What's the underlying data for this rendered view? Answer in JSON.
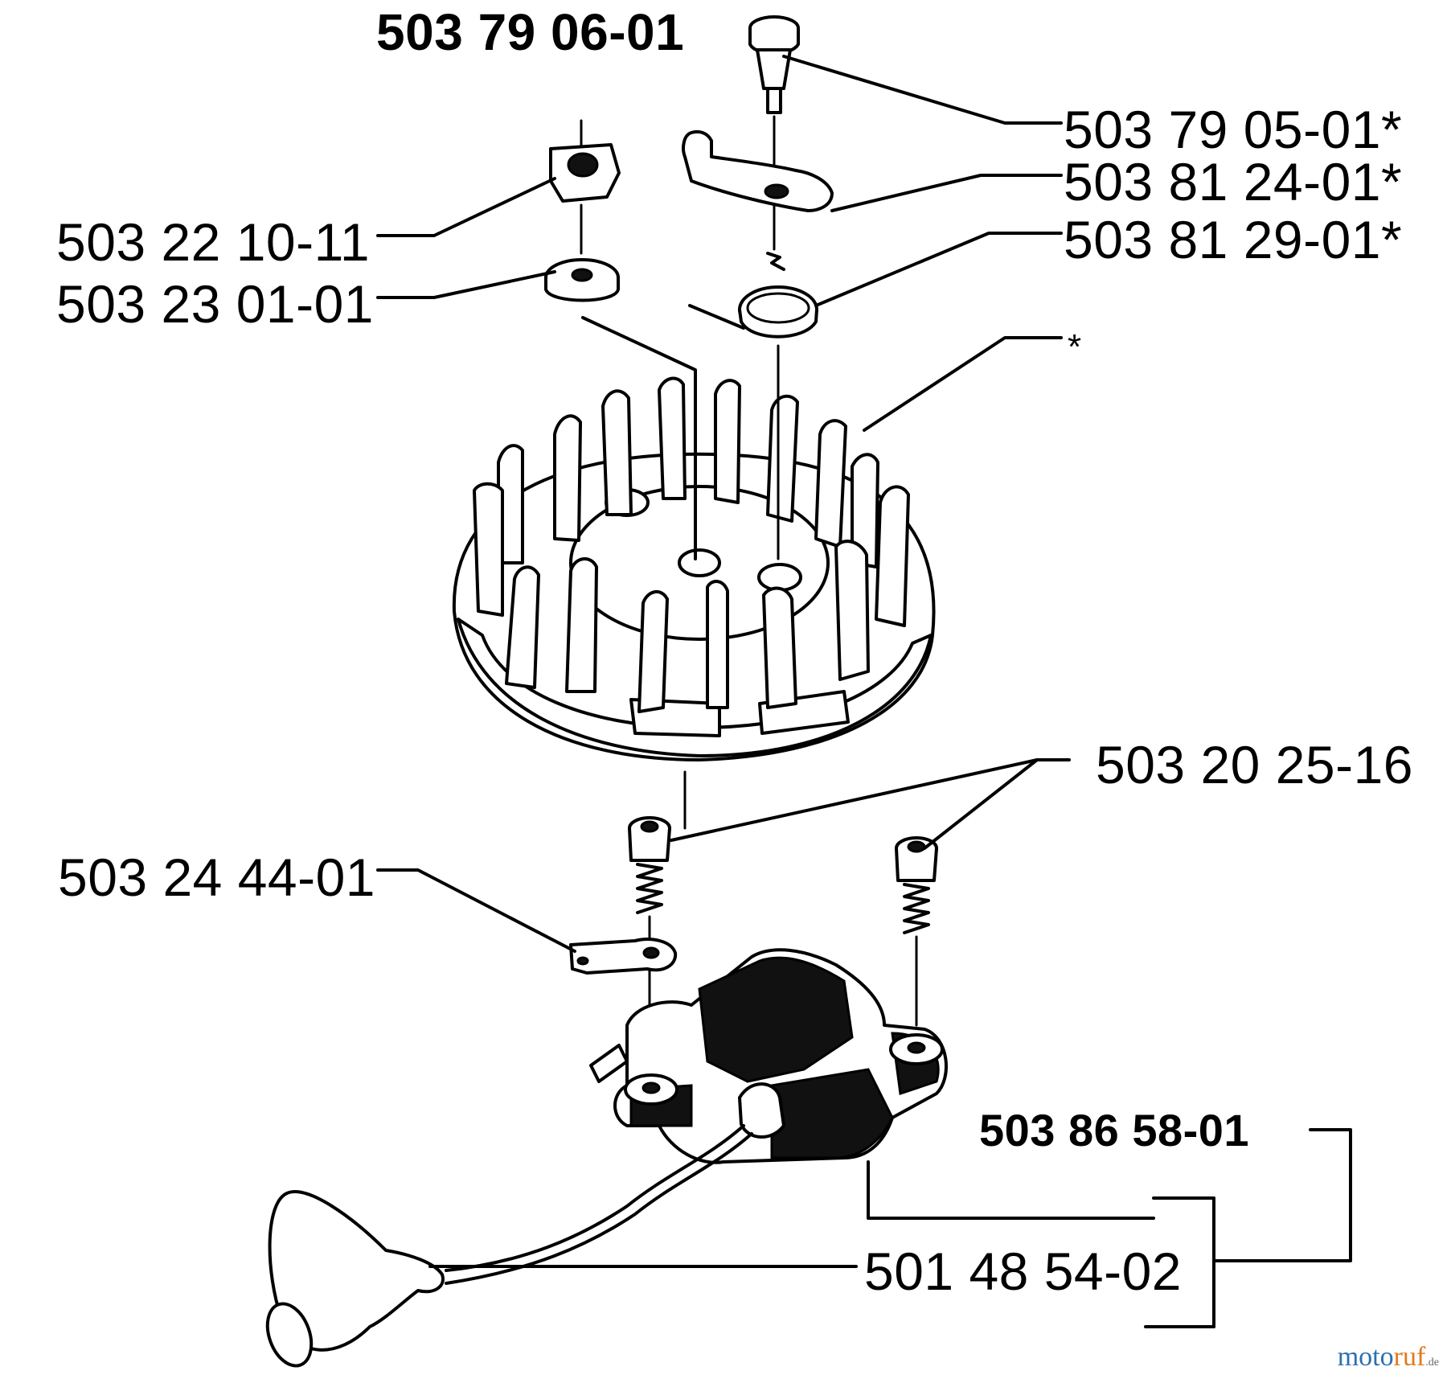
{
  "labels": {
    "top_assembly": "503 79 06-01",
    "pin": "503 79 05-01*",
    "pawl": "503 81 24-01*",
    "spring": "503 81 29-01*",
    "flywheel_asterisk": "*",
    "nut": "503 22 10-11",
    "washer": "503 23 01-01",
    "screws": "503 20 25-16",
    "terminal": "503 24 44-01",
    "ignition_assembly": "503 86 58-01",
    "ignition_module": "501 48 54-02"
  },
  "watermark": {
    "part1": "moto",
    "part2": "ruf",
    "part3": ".de"
  }
}
